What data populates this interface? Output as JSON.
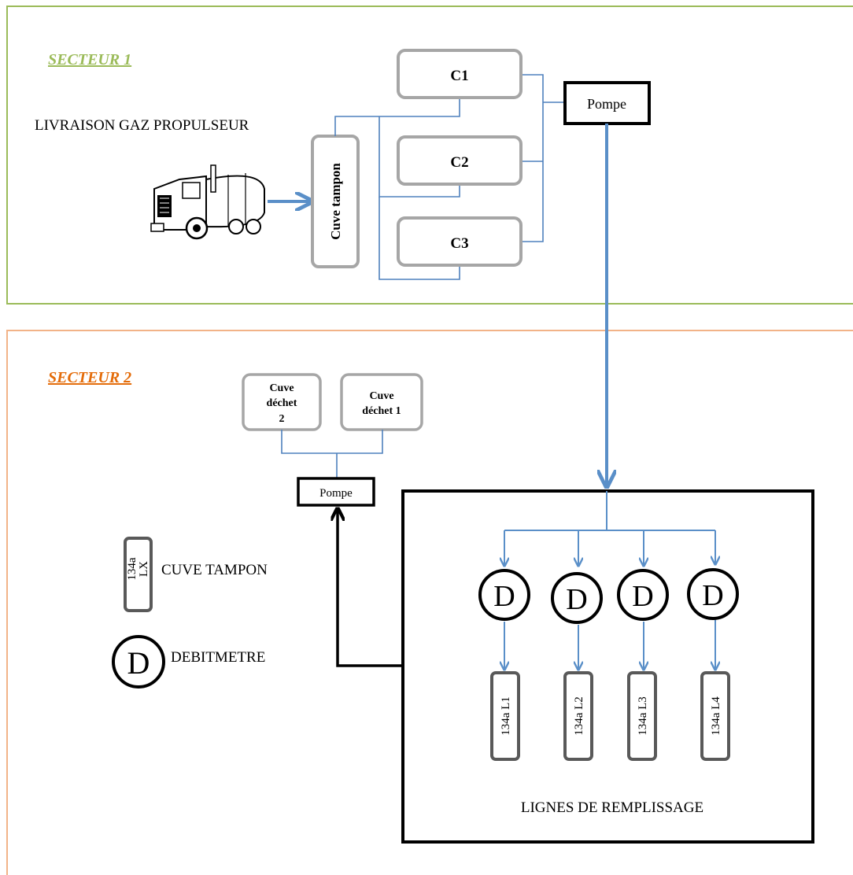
{
  "sector1": {
    "title": "SECTEUR 1",
    "delivery_label": "LIVRAISON GAZ PROPULSEUR",
    "buffer_tank_label": "Cuve tampon",
    "tanks": [
      "C1",
      "C2",
      "C3"
    ],
    "pump_label": "Pompe",
    "title_color": "#9bbb59",
    "border_color": "#9bbb59"
  },
  "sector2": {
    "title": "SECTEUR 2",
    "title_color": "#e46c0a",
    "border_color": "#f2b388",
    "waste_tanks": [
      {
        "line1": "Cuve",
        "line2": "déchet",
        "line3": "2"
      },
      {
        "line1": "Cuve",
        "line2": "déchet 1"
      }
    ],
    "waste_pump_label": "Pompe",
    "legend": {
      "buffer_symbol_text_1": "134a",
      "buffer_symbol_text_2": "LX",
      "buffer_label": "CUVE TAMPON",
      "meter_symbol": "D",
      "meter_label": "DEBITMETRE"
    },
    "filling_box_label": "LIGNES DE REMPLISSAGE",
    "meters": [
      "D",
      "D",
      "D",
      "D"
    ],
    "lines": [
      "134a L1",
      "134a L2",
      "134a L3",
      "134a L4"
    ]
  },
  "colors": {
    "pipe_blue": "#4f81bd",
    "arrow_blue": "#5a8fc8",
    "tank_gray": "#a6a6a6",
    "line_tank_gray": "#595959"
  },
  "icons": [
    "tanker-truck-icon"
  ]
}
